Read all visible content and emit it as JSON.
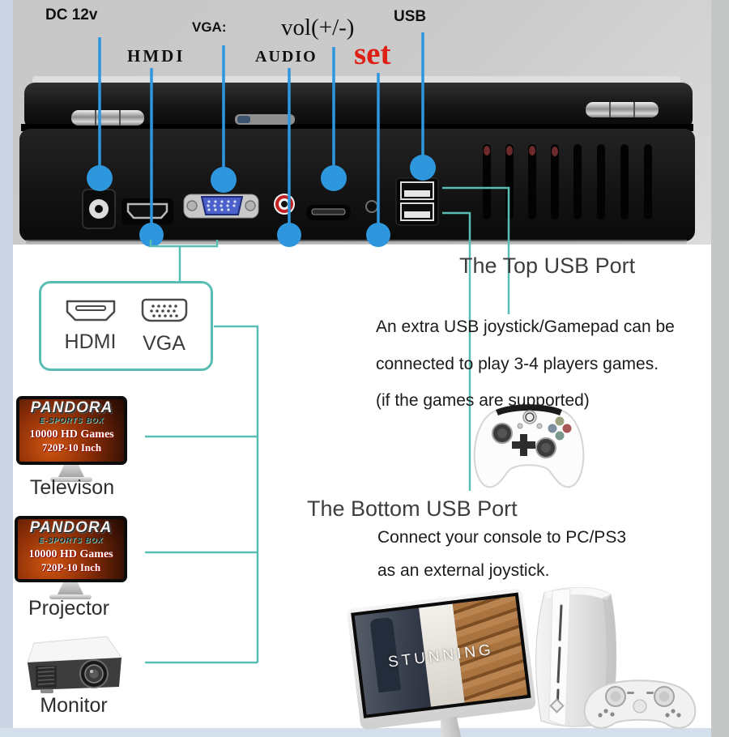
{
  "colors": {
    "accent_blue": "#2e96dc",
    "accent_teal": "#5abdb4",
    "accent_red": "#de1f14"
  },
  "port_labels": {
    "dc": "DC 12v",
    "hdmi": "HMDI",
    "vga": "VGA:",
    "audio": "AUDIO",
    "volume": "vol(+/-)",
    "set": "set",
    "usb": "USB"
  },
  "legend_box": {
    "hdmi": "HDMI",
    "vga": "VGA"
  },
  "pandora_screen": {
    "title": "PANDORA",
    "subtitle": "E-SPORTS BOX",
    "line1": "10000 HD Games",
    "line2": "720P-10 Inch"
  },
  "displays": [
    {
      "label": "Televison"
    },
    {
      "label": "Projector"
    },
    {
      "label": "Monitor"
    }
  ],
  "top_usb": {
    "heading": "The Top USB Port",
    "line1": "An extra USB joystick/Gamepad can be",
    "line2": "connected to play 3-4 players games.",
    "line3": "(if the games are supported)"
  },
  "bottom_usb": {
    "heading": "The Bottom USB Port",
    "line1": "Connect your console to PC/PS3",
    "line2": "as an external joystick."
  },
  "pc_screen": {
    "caption": "STUNNING"
  }
}
